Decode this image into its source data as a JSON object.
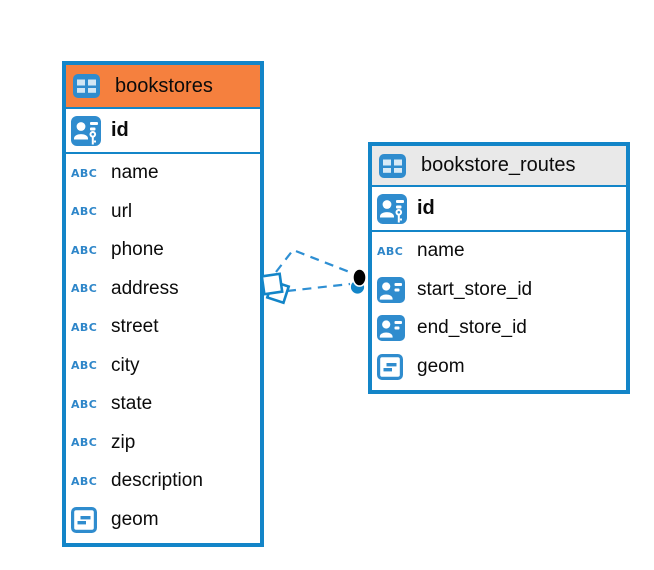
{
  "diagram": {
    "type": "entity-relationship",
    "colors": {
      "table_border": "#1385C8",
      "bookstores_header": "#F5803E",
      "routes_header": "#E9E9E9",
      "icon_blue": "#2F8CCE",
      "connector_line": "#2E8FD3",
      "connector_dot_black": "#000000"
    },
    "type_labels": {
      "text": "ABC"
    },
    "tables": [
      {
        "name": "bookstores",
        "header_icon": "table-icon",
        "columns": [
          {
            "name": "id",
            "type_icon": "primary-key-icon",
            "primary_key": true
          },
          {
            "name": "name",
            "type_icon": "text-type-icon"
          },
          {
            "name": "url",
            "type_icon": "text-type-icon"
          },
          {
            "name": "phone",
            "type_icon": "text-type-icon"
          },
          {
            "name": "address",
            "type_icon": "text-type-icon"
          },
          {
            "name": "street",
            "type_icon": "text-type-icon"
          },
          {
            "name": "city",
            "type_icon": "text-type-icon"
          },
          {
            "name": "state",
            "type_icon": "text-type-icon"
          },
          {
            "name": "zip",
            "type_icon": "text-type-icon"
          },
          {
            "name": "description",
            "type_icon": "text-type-icon"
          },
          {
            "name": "geom",
            "type_icon": "geometry-type-icon"
          }
        ]
      },
      {
        "name": "bookstore_routes",
        "header_icon": "table-icon",
        "columns": [
          {
            "name": "id",
            "type_icon": "primary-key-icon",
            "primary_key": true
          },
          {
            "name": "name",
            "type_icon": "text-type-icon"
          },
          {
            "name": "start_store_id",
            "type_icon": "reference-type-icon"
          },
          {
            "name": "end_store_id",
            "type_icon": "reference-type-icon"
          },
          {
            "name": "geom",
            "type_icon": "geometry-type-icon"
          }
        ]
      }
    ],
    "connector": {
      "style": "dashed",
      "lines": 2,
      "between": [
        "bookstores",
        "bookstore_routes"
      ],
      "left_marker": "overlapping-squares",
      "right_marker": "stacked-dots"
    }
  }
}
